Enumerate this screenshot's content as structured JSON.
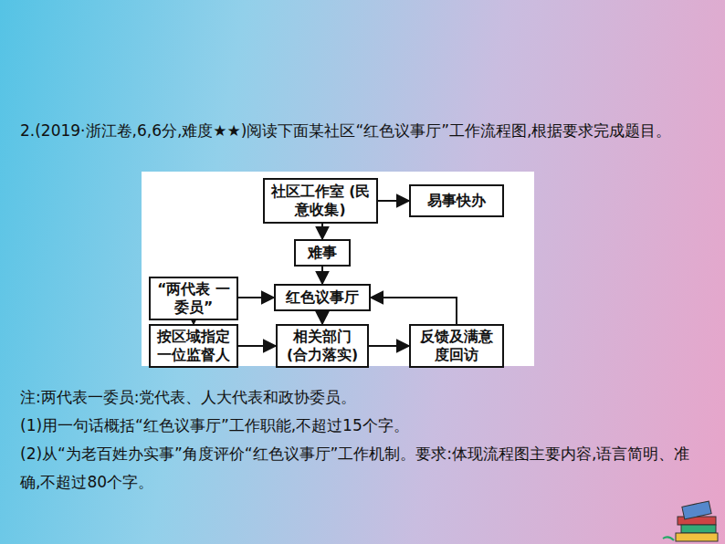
{
  "diagram": {
    "nodes": [
      {
        "text": [
          "社区工作室 (民意收集)"
        ]
      },
      {
        "text": [
          "易事快办"
        ]
      },
      {
        "text": [
          "难事"
        ]
      },
      {
        "text": [
          "“两代表 一委员”"
        ]
      },
      {
        "text": [
          "红色议事厅"
        ]
      },
      {
        "text": [
          "按区域指定 一位监督人"
        ]
      },
      {
        "text": [
          "相关部门 (合力落实)"
        ]
      },
      {
        "text": [
          "反馈及满意度回访"
        ]
      }
    ],
    "edges": [
      {
        "from": 0,
        "to": 1,
        "arrow": "to"
      },
      {
        "from": 0,
        "to": 2,
        "arrow": "to"
      },
      {
        "from": 2,
        "to": 4,
        "arrow": "to"
      },
      {
        "from": 3,
        "to": 4,
        "arrow": "to"
      },
      {
        "from": 3,
        "to": 5,
        "arrow": "to"
      },
      {
        "from": 4,
        "to": 6,
        "arrow": "to"
      },
      {
        "from": 5,
        "to": 6,
        "arrow": "to"
      },
      {
        "from": 6,
        "to": 7,
        "arrow": "to"
      },
      {
        "from": 7,
        "to": 4,
        "arrow": "to"
      }
    ],
    "labels": [
      "2.(2019·浙江卷,6,6分,难度★★)阅读下面某社区“红色议事厅”工作流程图,根据要求完成题目。",
      "注:两代表一委员:党代表、人大代表和政协委员。",
      "(1)用一句话概括“红色议事厅”工作职能,不超过15个字。",
      "(2)从“为老百姓办实事”角度评价“红色议事厅”工作机制。要求:体现流程图主要内容,语言简明、准确,不超过80个字。"
    ]
  }
}
